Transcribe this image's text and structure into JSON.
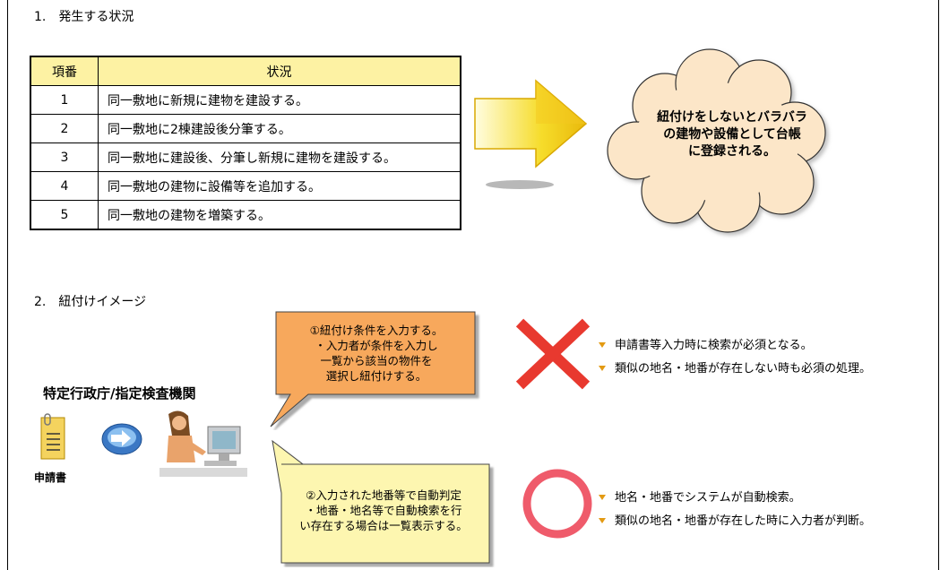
{
  "section1": {
    "title": "1.　発生する状況"
  },
  "table": {
    "headers": [
      "項番",
      "状況"
    ],
    "rows": [
      {
        "no": "1",
        "text": "同一敷地に新規に建物を建設する。"
      },
      {
        "no": "2",
        "text": "同一敷地に2棟建設後分筆する。"
      },
      {
        "no": "3",
        "text": "同一敷地に建設後、分筆し新規に建物を建設する。"
      },
      {
        "no": "4",
        "text": "同一敷地の建物に設備等を追加する。"
      },
      {
        "no": "5",
        "text": "同一敷地の建物を増築する。"
      }
    ]
  },
  "cloud": {
    "lines": [
      "紐付けをしないとバラバラ",
      "の建物や設備として台帳",
      "に登録される。"
    ]
  },
  "section2": {
    "title": "2.　紐付けイメージ"
  },
  "org": {
    "label": "特定行政庁/指定検査機関"
  },
  "document": {
    "label": "申請書",
    "icon": "document-icon"
  },
  "callout_top": {
    "lines": [
      "①紐付け条件を入力する。",
      "・入力者が条件を入力し",
      "一覧から該当の物件を",
      "選択し紐付けする。"
    ],
    "color": "#f7a85c"
  },
  "callout_bottom": {
    "lines": [
      "②入力された地番等で自動判定",
      "・地番・地名等で自動検索を行",
      "い存在する場合は一覧表示する。"
    ],
    "color": "#fdf6b0"
  },
  "bad_bullets": [
    "申請書等入力時に検索が必須となる。",
    "類似の地名・地番が存在しない時も必須の処理。"
  ],
  "good_bullets": [
    "地名・地番でシステムが自動検索。",
    "類似の地名・地番が存在した時に入力者が判断。"
  ],
  "colors": {
    "table_header": "#fdf2a3",
    "cloud": "#fce6c8",
    "cross": "#e8392f",
    "circle": "#ef5b6b",
    "bullet": "#e39a12"
  }
}
